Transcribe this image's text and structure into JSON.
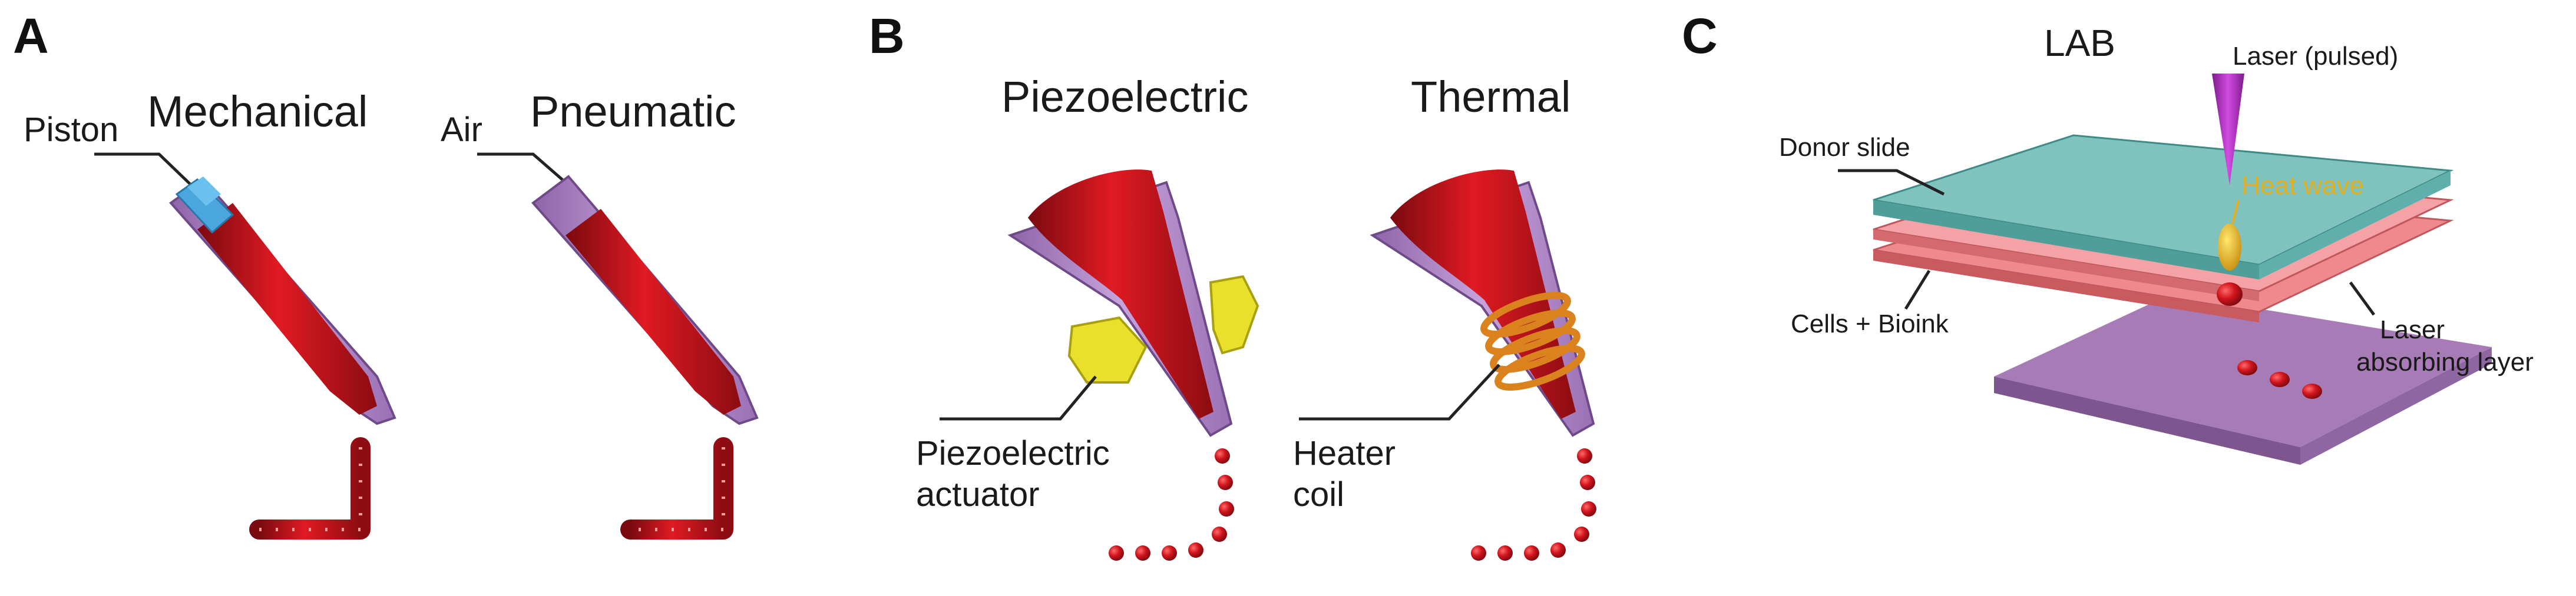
{
  "panels": {
    "a": {
      "letter": "A",
      "mechanical": {
        "title": "Mechanical",
        "label": "Piston"
      },
      "pneumatic": {
        "title": "Pneumatic",
        "label": "Air"
      }
    },
    "b": {
      "letter": "B",
      "piezo": {
        "title": "Piezoelectric",
        "label_line1": "Piezoelectric",
        "label_line2": "actuator"
      },
      "thermal": {
        "title": "Thermal",
        "label_line1": "Heater",
        "label_line2": "coil"
      }
    },
    "c": {
      "letter": "C",
      "title": "LAB",
      "laser": "Laser (pulsed)",
      "donor_slide": "Donor slide",
      "heat_wave": "Heat wave",
      "cells": "Cells + Bioink",
      "absorbing_line1": "Laser",
      "absorbing_line2": "absorbing layer"
    }
  },
  "colors": {
    "ink_red": "#c8141c",
    "nozzle_violet": "#b98fd0",
    "piston_blue": "#4aa6dc",
    "actuator_yellow": "#e8e02a",
    "coil_orange": "#d9821e",
    "donor_teal": "#7fc2be",
    "absorb_pink": "#ee8a8e",
    "substrate_purple": "#a77cb6",
    "laser_magenta": "#b62cc8",
    "heat_gold": "#e0b020"
  }
}
